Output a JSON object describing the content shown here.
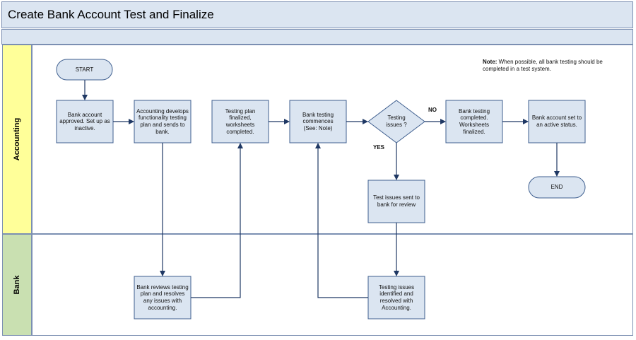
{
  "title": "Create Bank Account Test and Finalize",
  "lanes": {
    "accounting": {
      "label": "Accounting",
      "color": "#ffff99"
    },
    "bank": {
      "label": "Bank",
      "color": "#c9e0b1"
    }
  },
  "note": {
    "prefix": "Note:",
    "text": " When possible, all bank testing should be completed in a test system."
  },
  "nodes": {
    "start": "START",
    "bank_account_approved": "Bank account approved. Set up as inactive.",
    "accounting_develops": "Accounting develops functionality testing plan and sends to bank.",
    "testing_plan_finalized": "Testing plan finalized, worksheets completed.",
    "bank_testing_commences": "Bank testing commences (See: Note)",
    "testing_issues_decision": "Testing issues ?",
    "bank_testing_completed": "Bank testing completed. Worksheets finalized.",
    "bank_account_active": "Bank account set to an active status.",
    "end": "END",
    "test_issues_sent": "Test issues sent to bank for review",
    "bank_reviews_plan": "Bank reviews testing plan and resolves any issues with accounting.",
    "issues_resolved": "Testing issues identified and resolved with Accounting."
  },
  "edge_labels": {
    "no": "NO",
    "yes": "YES"
  },
  "colors": {
    "box_fill": "#dbe5f1",
    "box_stroke": "#3f5f8f",
    "arrow": "#1f3864",
    "header_fill": "#dbe5f1"
  }
}
